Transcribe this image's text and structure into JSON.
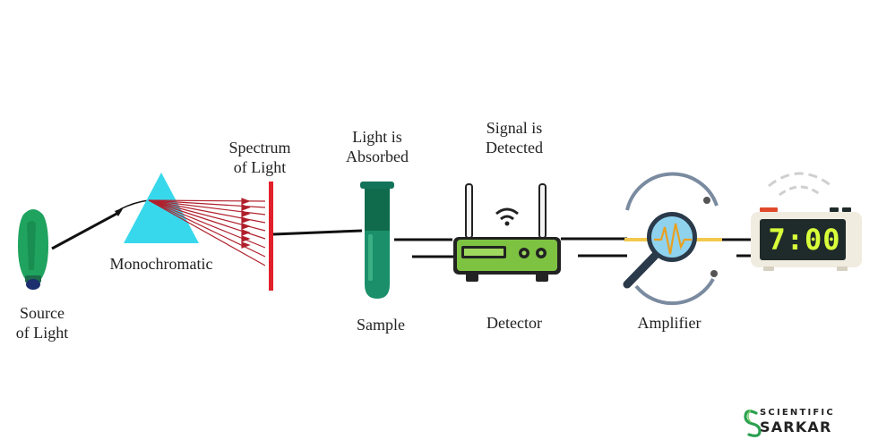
{
  "labels": {
    "source": "Source\nof Light",
    "monochromatic": "Monochromatic",
    "spectrum": "Spectrum\nof Light",
    "absorbed": "Light is\nAbsorbed",
    "sample": "Sample",
    "signal": "Signal is\nDetected",
    "detector": "Detector",
    "amplifier": "Amplifier"
  },
  "display": {
    "time": "7:00"
  },
  "brand": {
    "line1": "SCIENTIFIC",
    "line2": "SARKAR"
  },
  "colors": {
    "bulb": "#1fa35f",
    "bulb_base": "#1c2f6e",
    "prism": "#38d8ec",
    "ray": "#b0202c",
    "screen": "#e0202a",
    "tube": "#1a8f6a",
    "router": "#7ec242",
    "magnifier": "#2a3a4a",
    "clock_body": "#f0ece0",
    "clock_screen": "#1f2a2a",
    "clock_digits": "#d8ff3a",
    "brand_s": "#2aa050"
  }
}
